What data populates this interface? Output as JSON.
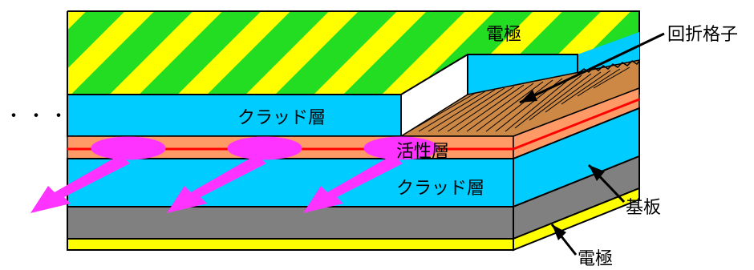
{
  "labels": {
    "electrode_top": "電極",
    "grating": "回折格子",
    "cladding_upper": "クラッド層",
    "active_layer": "活性層",
    "cladding_lower": "クラッド層",
    "substrate": "基板",
    "electrode_bottom": "電極",
    "ellipsis": "・・・"
  },
  "colors": {
    "electrode_green": "#22dd22",
    "electrode_yellow": "#ffff00",
    "cladding": "#00ccff",
    "active": "#ff9966",
    "active_line": "#ff0000",
    "grating_fill": "#cc8844",
    "substrate": "#808080",
    "bottom_electrode": "#ffff00",
    "emission": "#ff33ff"
  }
}
